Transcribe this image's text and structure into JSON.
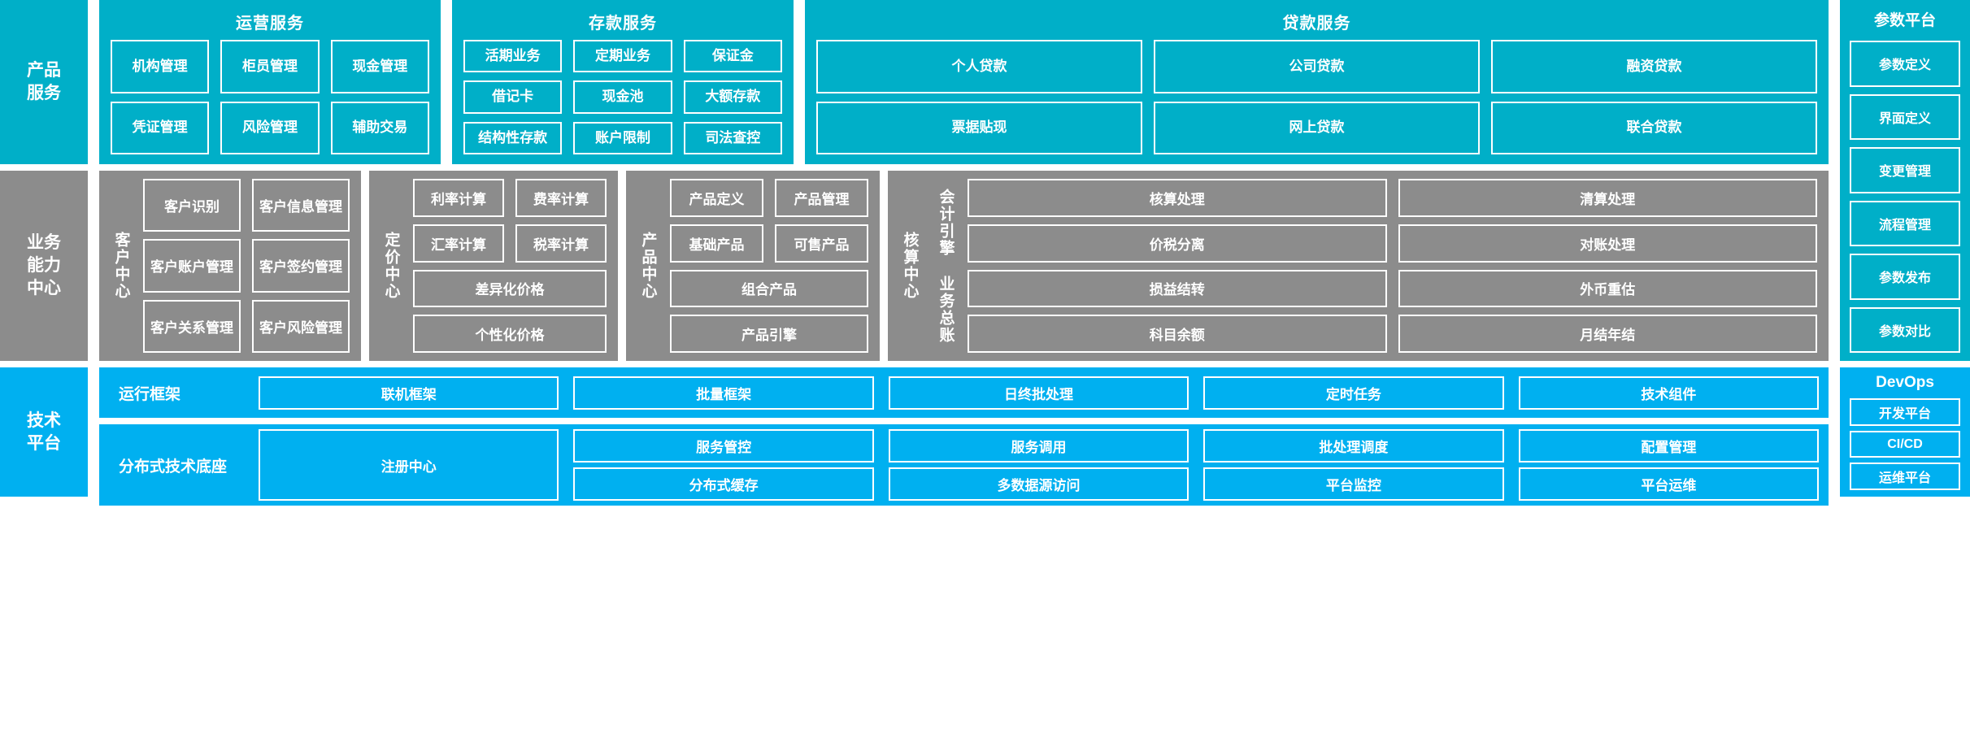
{
  "layers": [
    {
      "label": "产品\n服务",
      "color": "#00AFC8",
      "groups": [
        {
          "title": "运营服务",
          "rows": [
            [
              "机构管理",
              "柜员管理",
              "现金管理"
            ],
            [
              "凭证管理",
              "风险管理",
              "辅助交易"
            ]
          ]
        },
        {
          "title": "存款服务",
          "rows": [
            [
              "活期业务",
              "定期业务",
              "保证金"
            ],
            [
              "借记卡",
              "现金池",
              "大额存款"
            ],
            [
              "结构性存款",
              "账户限制",
              "司法查控"
            ]
          ]
        },
        {
          "title": "贷款服务",
          "rows": [
            [
              "个人贷款",
              "公司贷款",
              "融资贷款"
            ],
            [
              "票据贴现",
              "网上贷款",
              "联合贷款"
            ]
          ]
        }
      ],
      "side": {
        "title": "参数平台",
        "items": [
          "参数定义",
          "界面定义",
          "变更管理",
          "流程管理",
          "参数发布",
          "参数对比"
        ]
      }
    },
    {
      "label": "业务\n能力\n中心",
      "color": "#8C8C8C",
      "centers": [
        {
          "vlabels": [
            "客户中心"
          ],
          "rows": [
            [
              "客户识别",
              "客户信息管理"
            ],
            [
              "客户账户管理",
              "客户签约管理"
            ],
            [
              "客户关系管理",
              "客户风险管理"
            ]
          ]
        },
        {
          "vlabels": [
            "定价中心"
          ],
          "rows": [
            [
              "利率计算",
              "费率计算"
            ],
            [
              "汇率计算",
              "税率计算"
            ],
            [
              "差异化价格"
            ],
            [
              "个性化价格"
            ]
          ]
        },
        {
          "vlabels": [
            "产品中心"
          ],
          "rows": [
            [
              "产品定义",
              "产品管理"
            ],
            [
              "基础产品",
              "可售产品"
            ],
            [
              "组合产品"
            ],
            [
              "产品引擎"
            ]
          ]
        },
        {
          "vlabels": [
            "核算中心"
          ],
          "sublabels": [
            "会计引擎",
            "业务总账"
          ],
          "rows": [
            [
              "核算处理",
              "清算处理"
            ],
            [
              "价税分离",
              "对账处理"
            ],
            [
              "损益结转",
              "外币重估"
            ],
            [
              "科目余额",
              "月结年结"
            ]
          ]
        }
      ]
    },
    {
      "label": "技术\n平台",
      "color": "#00B0F0",
      "tech_rows": [
        {
          "label": "运行框架",
          "columns": [
            [
              "联机框架"
            ],
            [
              "批量框架"
            ],
            [
              "日终批处理"
            ],
            [
              "定时任务"
            ],
            [
              "技术组件"
            ]
          ]
        },
        {
          "label": "分布式技术底座",
          "columns": [
            [
              "注册中心"
            ],
            [
              "服务管控",
              "分布式缓存"
            ],
            [
              "服务调用",
              "多数据源访问"
            ],
            [
              "批处理调度",
              "平台监控"
            ],
            [
              "配置管理",
              "平台运维"
            ]
          ]
        }
      ],
      "side": {
        "title": "DevOps",
        "items": [
          "开发平台",
          "CI/CD",
          "运维平台"
        ]
      }
    }
  ]
}
